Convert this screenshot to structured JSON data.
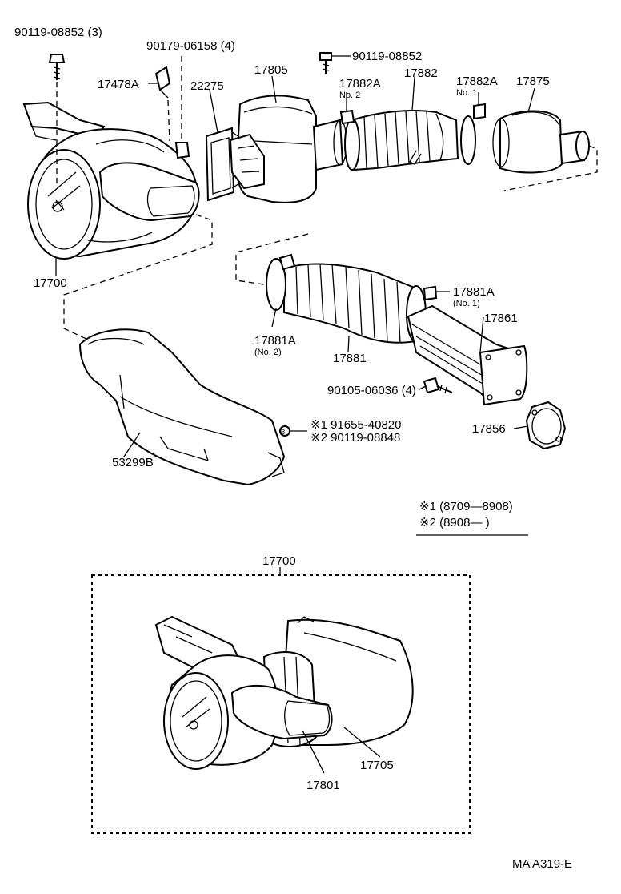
{
  "labels": {
    "p_90119_08852_3": "90119-08852 (3)",
    "p_90179_06158_4": "90179-06158 (4)",
    "p_90119_08852": "90119-08852",
    "p_17478A": "17478A",
    "p_22275": "22275",
    "p_17805": "17805",
    "p_17882A_no2": "17882A",
    "p_no2_a": "No. 2",
    "p_17882": "17882",
    "p_17882A_no1": "17882A",
    "p_no1_a": "No. 1",
    "p_17875": "17875",
    "p_17700_top": "17700",
    "p_17881A_no1": "17881A",
    "p_no1_b": "(No. 1)",
    "p_17861": "17861",
    "p_17881A_no2": "17881A",
    "p_no2_b": "(No. 2)",
    "p_17881": "17881",
    "p_90105_06036_4": "90105-06036 (4)",
    "p_17856": "17856",
    "p_91655_40820": "※1 91655-40820",
    "p_90119_08848": "※2 90119-08848",
    "p_53299B": "53299B",
    "p_17700_box": "17700",
    "p_17801": "17801",
    "p_17705": "17705"
  },
  "legend": {
    "row1": "※1 (8709—8908)",
    "row2": "※2 (8908—        )"
  },
  "footer": {
    "code": "MA A319-E"
  }
}
